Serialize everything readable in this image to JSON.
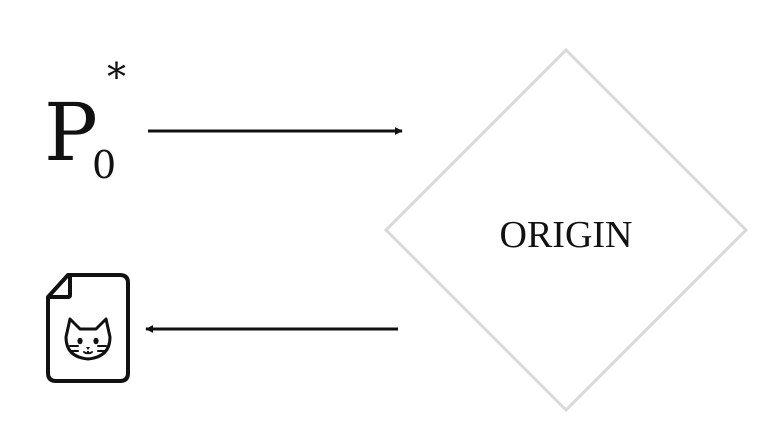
{
  "diagram": {
    "symbol": {
      "base": "P",
      "subscript": "0",
      "superscript": "*"
    },
    "origin_label": "ORIGIN",
    "icons": {
      "file": "file-with-cat-face-icon"
    },
    "colors": {
      "ink": "#111111",
      "diamond_stroke": "#d9d9d9",
      "background": "#ffffff"
    }
  }
}
